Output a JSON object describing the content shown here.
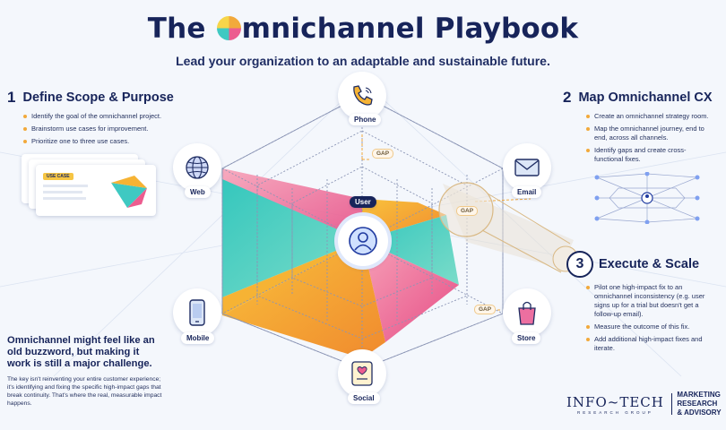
{
  "title": {
    "before": "The ",
    "after": "mnichannel Playbook"
  },
  "subtitle": "Lead your organization to an adaptable and sustainable future.",
  "steps": [
    {
      "num": "1",
      "title": "Define Scope & Purpose",
      "bullets": [
        "Identify the goal of the omnichannel project.",
        "Brainstorm use cases for improvement.",
        "Prioritize one to three use cases."
      ]
    },
    {
      "num": "2",
      "title": "Map Omnichannel CX",
      "bullets": [
        "Create an omnichannel strategy room.",
        "Map the omnichannel journey, end to end, across all channels.",
        "Identify gaps and create cross-functional fixes."
      ]
    },
    {
      "num": "3",
      "title": "Execute & Scale",
      "bullets": [
        "Pilot one high-impact fix to an omnichannel inconsistency (e.g. user signs up for a trial but doesn't get a follow-up email).",
        "Measure the outcome of this fix.",
        "Add additional high-impact fixes and iterate."
      ]
    }
  ],
  "use_case_label": "USE CASE",
  "channels": {
    "phone": "Phone",
    "email": "Email",
    "store": "Store",
    "social": "Social",
    "mobile": "Mobile",
    "web": "Web"
  },
  "center_label": "User",
  "gap_label": "GAP",
  "callout": {
    "heading": "Omnichannel might feel like an old buzzword, but making it work is still a major challenge.",
    "body": "The key isn't reinventing your entire customer experience; it's identifying and fixing the specific high-impact gaps that break continuity. That's where the real, measurable impact happens."
  },
  "footer": {
    "brand": "INFO~TECH",
    "brand_sub": "RESEARCH GROUP",
    "division_line1": "MARKETING RESEARCH",
    "division_line2": "& ADVISORY"
  },
  "colors": {
    "navy": "#17245a",
    "orange": "#f2a93b",
    "pink": "#ec5c8f",
    "teal": "#3fc9c2",
    "yellow": "#f6d54a"
  }
}
